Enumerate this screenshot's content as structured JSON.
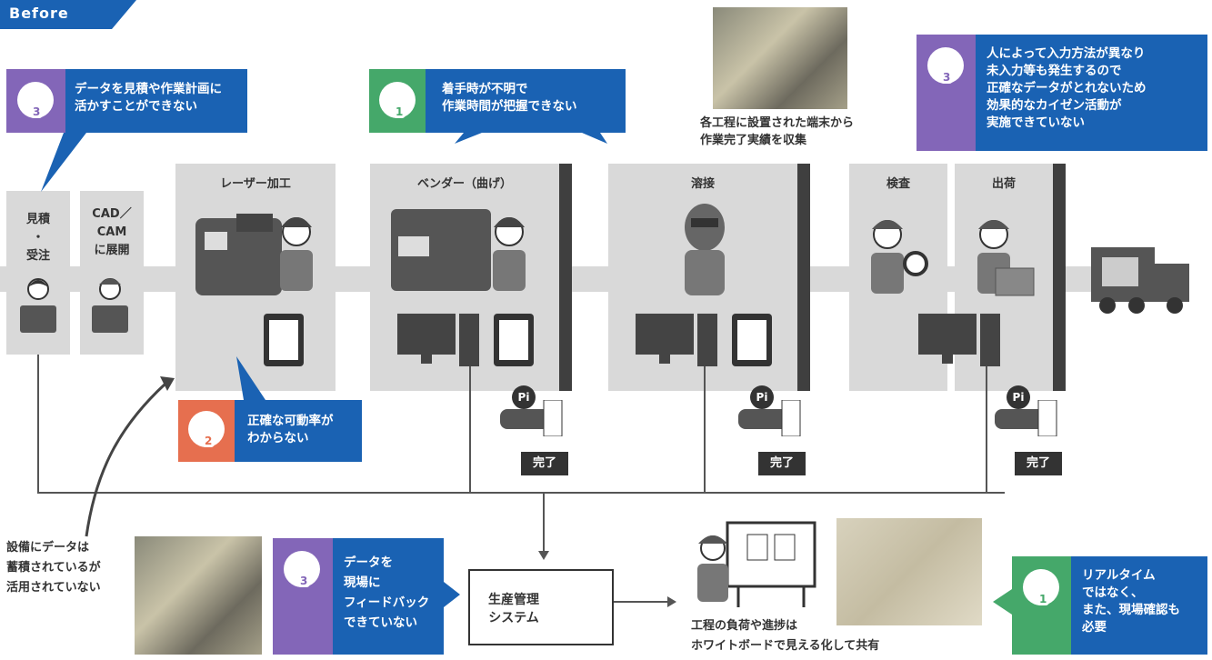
{
  "header": {
    "tag": "Before"
  },
  "stations": {
    "mitsumori": "見積\n・\n受注",
    "cad": "CAD／\nCAM\nに展開",
    "laser": "レーザー加工",
    "bender": "ベンダー（曲げ）",
    "welding": "溶接",
    "inspection": "検査",
    "shipping": "出荷"
  },
  "callouts": {
    "c1": {
      "num": "3",
      "text": "データを見積や作業計画に\n活かすことができない",
      "color": "#8366b8"
    },
    "c2": {
      "num": "1",
      "text": "着手時が不明で\n作業時間が把握できない",
      "color": "#45a86a"
    },
    "c3": {
      "num": "3",
      "text": "人によって入力方法が異なり\n未入力等も発生するので\n正確なデータがとれないため\n効果的なカイゼン活動が\n実施できていない",
      "color": "#8366b8"
    },
    "c4": {
      "num": "2",
      "text": "正確な可動率が\nわからない",
      "color": "#e66f4f"
    },
    "c5": {
      "num": "3",
      "text": "データを\n現場に\nフィードバック\nできていない",
      "color": "#8366b8"
    },
    "c6": {
      "num": "1",
      "text": "リアルタイム\nではなく、\nまた、現場確認も\n必要",
      "color": "#45a86a"
    }
  },
  "captions": {
    "terminal": "各工程に設置された端末から\n作業完了実績を収集",
    "equipment": "設備にデータは\n蓄積されているが\n活用されていない",
    "whiteboard": "工程の負荷や進捗は\nホワイトボードで見える化して共有"
  },
  "system": {
    "label": "生産管理\nシステム"
  },
  "done_label": "完了",
  "pi_label": "Pi",
  "colors": {
    "accent": "#1a62b3",
    "panel": "#d9d9d9",
    "dark": "#3f3f3f"
  }
}
